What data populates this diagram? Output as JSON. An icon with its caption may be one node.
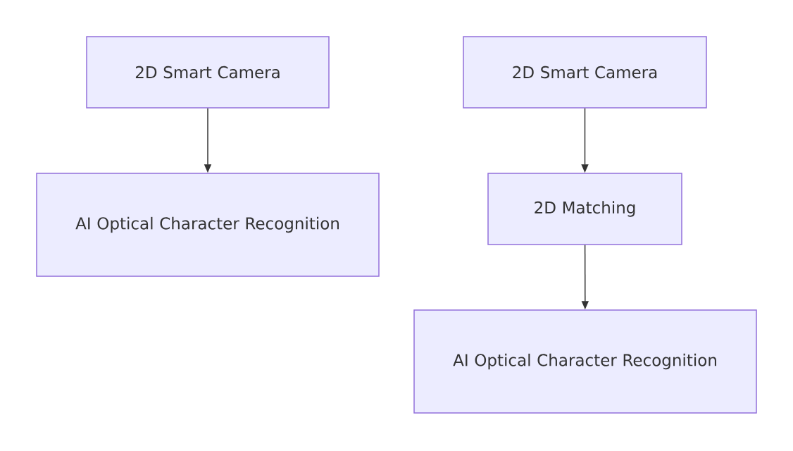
{
  "diagram": {
    "nodes": [
      {
        "text": [
          "2D Smart Camera"
        ]
      },
      {
        "text": [
          "AI Optical Character Recognition"
        ]
      },
      {
        "text": [
          "2D Smart Camera"
        ]
      },
      {
        "text": [
          "2D Matching"
        ]
      },
      {
        "text": [
          "AI Optical Character Recognition"
        ]
      }
    ],
    "edges": [
      {
        "from": 0,
        "to": 1,
        "arrow": "to"
      },
      {
        "from": 2,
        "to": 3,
        "arrow": "to"
      },
      {
        "from": 3,
        "to": 4,
        "arrow": "to"
      }
    ]
  }
}
